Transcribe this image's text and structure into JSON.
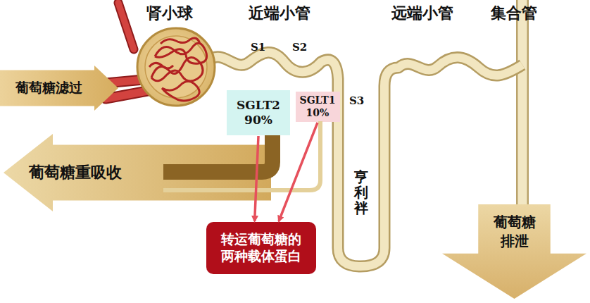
{
  "diagram": {
    "nodes": [
      {
        "text": [
          "葡萄糖滤过"
        ]
      },
      {
        "text": [
          "SGLT2",
          "90%"
        ]
      },
      {
        "text": [
          "SGLT1",
          "10%"
        ]
      },
      {
        "text": [
          "葡萄糖重吸收"
        ]
      },
      {
        "text": [
          "转运葡萄糖的 两种载体蛋白"
        ]
      },
      {
        "text": [
          "葡萄糖 排泄"
        ]
      }
    ],
    "edges": [
      {
        "from": 1,
        "to": 4,
        "arrow": "to"
      },
      {
        "from": 2,
        "to": 4,
        "arrow": "to"
      }
    ],
    "labels": [
      "肾小球",
      "近端小管",
      "远端小管",
      "集合管",
      "S1",
      "S2",
      "S3",
      "亨利袢"
    ]
  }
}
